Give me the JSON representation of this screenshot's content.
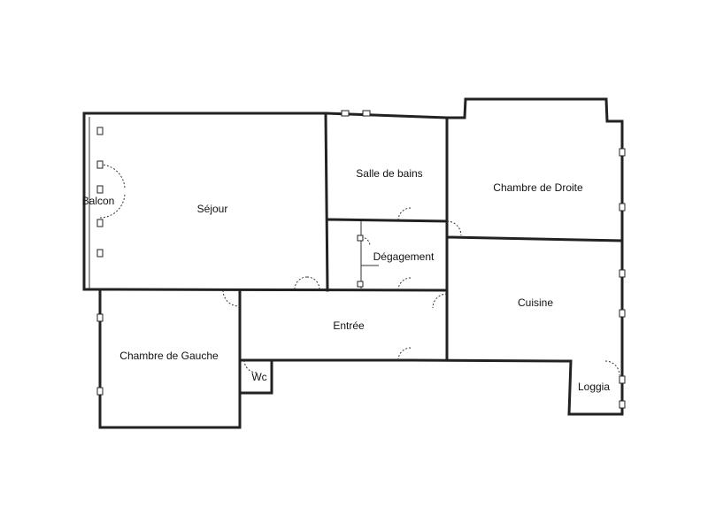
{
  "rooms": {
    "sejour": "Séjour",
    "salle_de_bains": "Salle de bains",
    "chambre_droite": "Chambre de Droite",
    "balcon": "Balcon",
    "degagement": "Dégagement",
    "cuisine": "Cuisine",
    "entree": "Entrée",
    "chambre_gauche": "Chambre de Gauche",
    "wc": "Wc",
    "loggia": "Loggia"
  },
  "colors": {
    "wall": "#222222",
    "background": "#ffffff"
  }
}
